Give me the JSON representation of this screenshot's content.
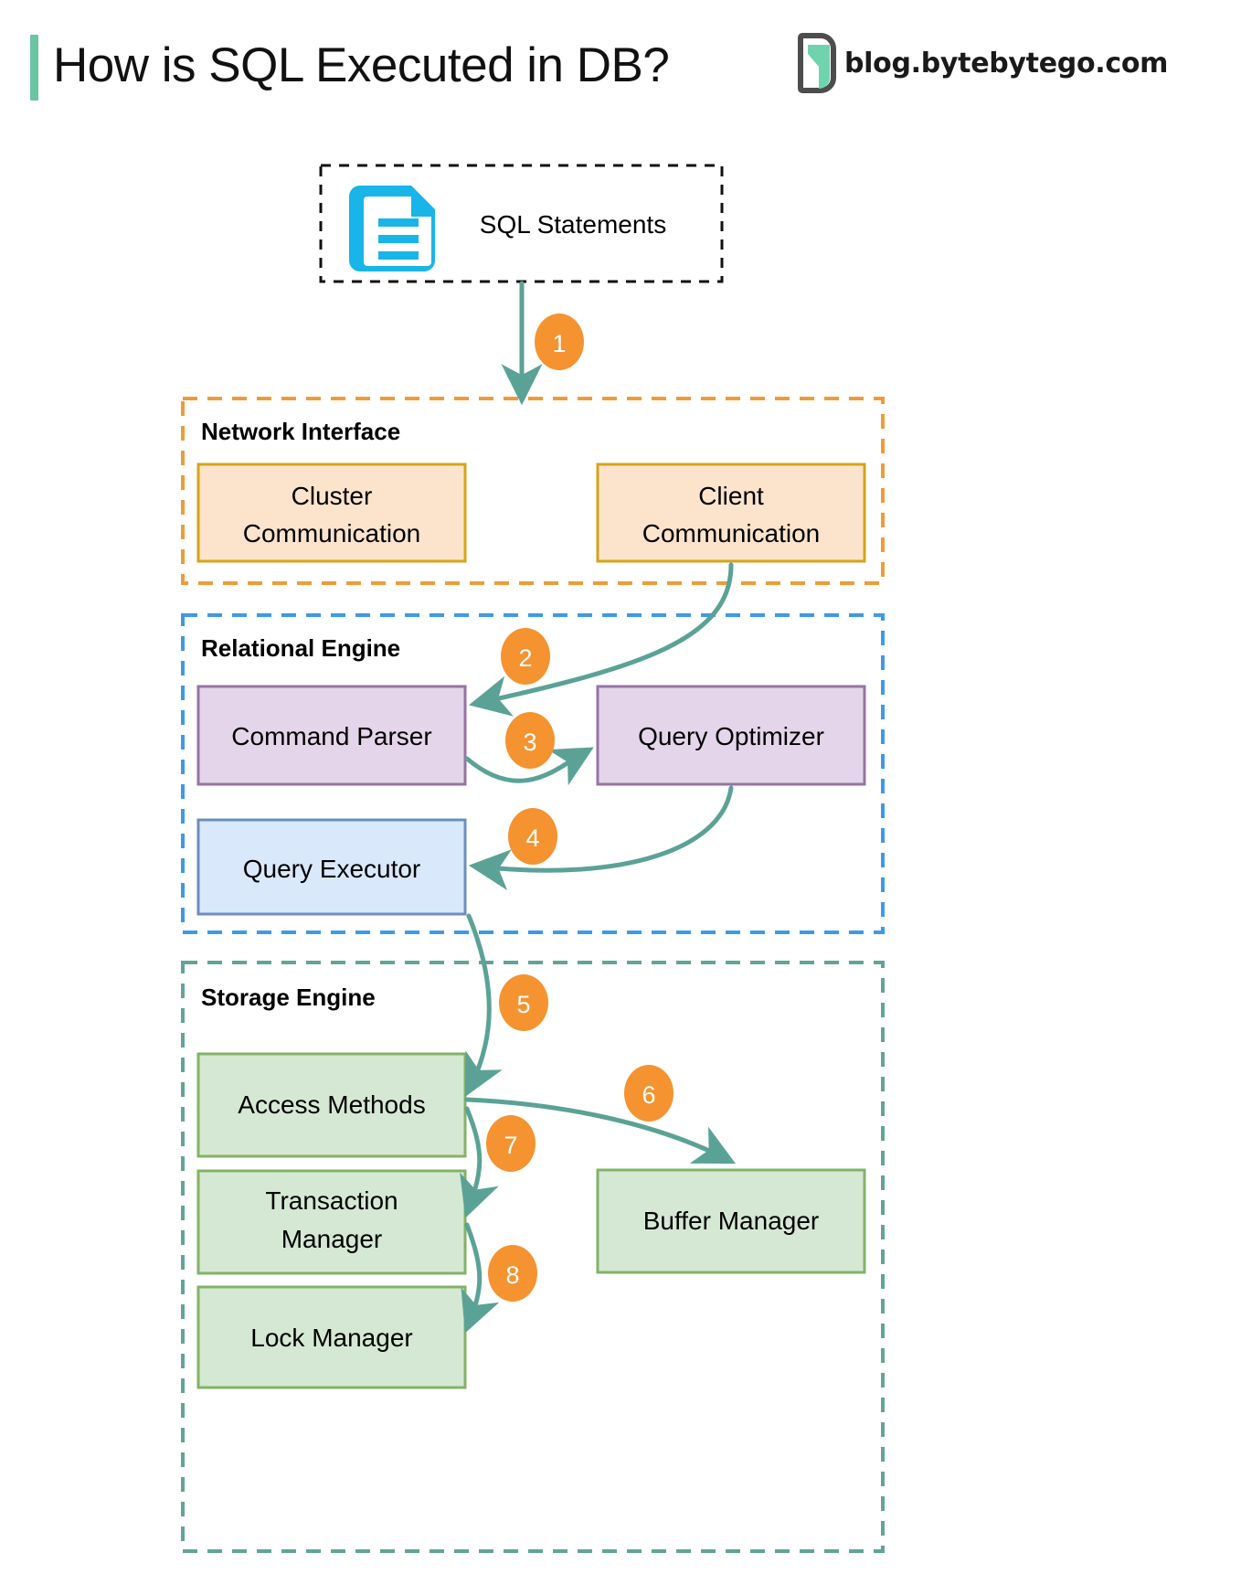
{
  "header": {
    "title": "How is SQL Executed in DB?",
    "brand_text": "blog.bytebytego.com",
    "accent_color": "#6CC5A1",
    "logo_name": "bytebytego-logo"
  },
  "diagram": {
    "type": "flowchart",
    "source": {
      "label": "SQL Statements",
      "icon": "document-icon",
      "icon_color": "#19B5E8",
      "border_style": "dashed",
      "border_color": "#111111"
    },
    "groups": [
      {
        "id": "network-interface",
        "label": "Network Interface",
        "border_color": "#EF9C36",
        "nodes": [
          {
            "id": "cluster-communication",
            "label_line1": "Cluster",
            "label_line2": "Communication",
            "fill": "#FCE4CC",
            "stroke": "#D6A419"
          },
          {
            "id": "client-communication",
            "label_line1": "Client",
            "label_line2": "Communication",
            "fill": "#FCE4CC",
            "stroke": "#D6A419"
          }
        ]
      },
      {
        "id": "relational-engine",
        "label": "Relational Engine",
        "border_color": "#3D9AE8",
        "nodes": [
          {
            "id": "command-parser",
            "label_line1": "Command Parser",
            "label_line2": "",
            "fill": "#E5D5EA",
            "stroke": "#9673A6"
          },
          {
            "id": "query-optimizer",
            "label_line1": "Query Optimizer",
            "label_line2": "",
            "fill": "#E5D5EA",
            "stroke": "#9673A6"
          },
          {
            "id": "query-executor",
            "label_line1": "Query Executor",
            "label_line2": "",
            "fill": "#DAE8FC",
            "stroke": "#6C8EBF"
          }
        ]
      },
      {
        "id": "storage-engine",
        "label": "Storage Engine",
        "border_color": "#62A497",
        "nodes": [
          {
            "id": "access-methods",
            "label_line1": "Access Methods",
            "label_line2": "",
            "fill": "#D5E8D4",
            "stroke": "#82B366"
          },
          {
            "id": "transaction-manager",
            "label_line1": "Transaction",
            "label_line2": "Manager",
            "fill": "#D5E8D4",
            "stroke": "#82B366"
          },
          {
            "id": "lock-manager",
            "label_line1": "Lock Manager",
            "label_line2": "",
            "fill": "#D5E8D4",
            "stroke": "#82B366"
          },
          {
            "id": "buffer-manager",
            "label_line1": "Buffer Manager",
            "label_line2": "",
            "fill": "#D5E8D4",
            "stroke": "#82B366"
          }
        ]
      }
    ],
    "arrow_color": "#5BA296",
    "badge_color": "#F59331",
    "steps": [
      {
        "n": "1",
        "from": "sql-statements",
        "to": "network-interface"
      },
      {
        "n": "2",
        "from": "client-communication",
        "to": "command-parser"
      },
      {
        "n": "3",
        "from": "command-parser",
        "to": "query-optimizer"
      },
      {
        "n": "4",
        "from": "query-optimizer",
        "to": "query-executor"
      },
      {
        "n": "5",
        "from": "query-executor",
        "to": "access-methods"
      },
      {
        "n": "6",
        "from": "access-methods",
        "to": "buffer-manager"
      },
      {
        "n": "7",
        "from": "access-methods",
        "to": "transaction-manager"
      },
      {
        "n": "8",
        "from": "transaction-manager",
        "to": "lock-manager"
      }
    ]
  }
}
